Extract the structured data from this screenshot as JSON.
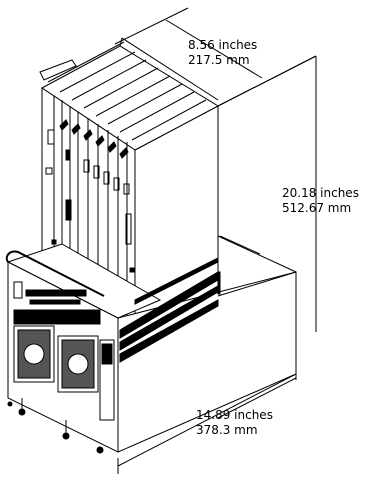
{
  "dimensions": {
    "depth": {
      "inches": "8.56 inches",
      "mm": "217.5 mm"
    },
    "height": {
      "inches": "20.18 inches",
      "mm": "512.67 mm"
    },
    "width": {
      "inches": "14.89 inches",
      "mm": "378.3 mm"
    }
  },
  "colors": {
    "line": "#000000",
    "background": "#ffffff"
  }
}
